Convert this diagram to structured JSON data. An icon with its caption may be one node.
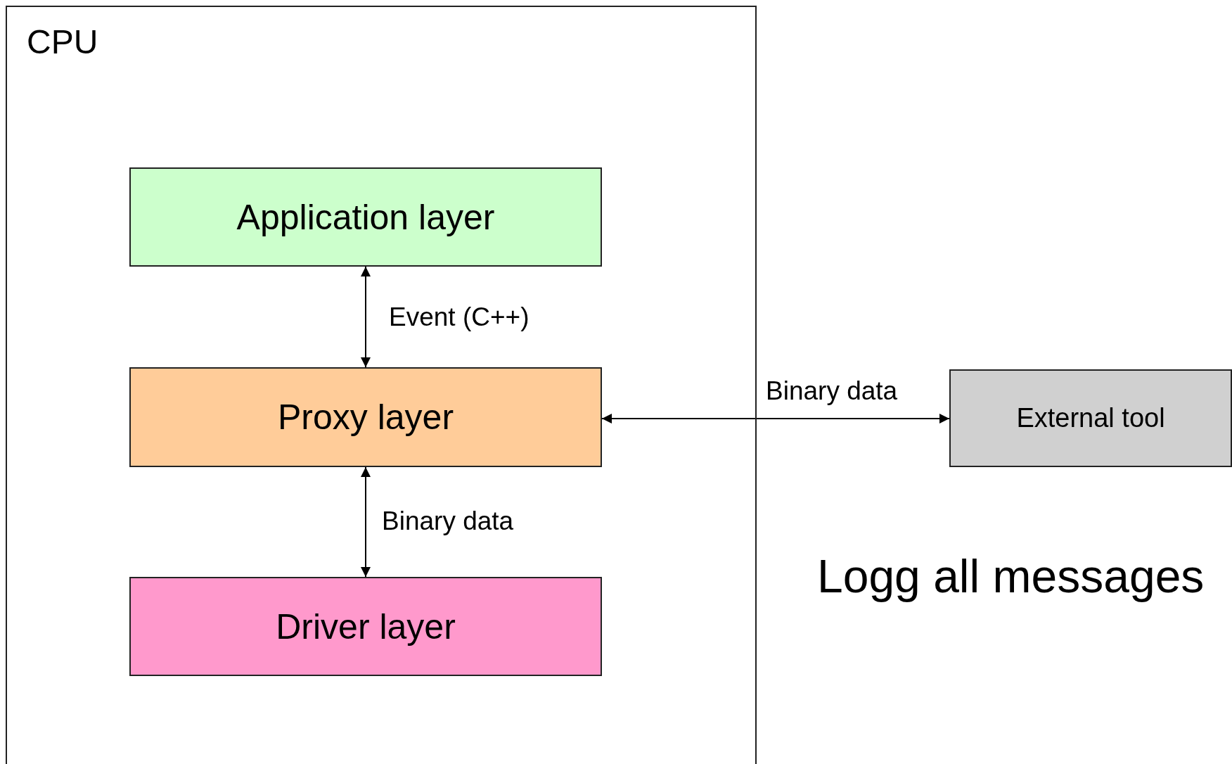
{
  "diagram": {
    "nodes": [
      {
        "text": [
          "CPU"
        ]
      },
      {
        "text": [
          "Application layer"
        ],
        "in": 0
      },
      {
        "text": [
          "Proxy layer"
        ],
        "in": 0
      },
      {
        "text": [
          "Driver layer"
        ],
        "in": 0
      },
      {
        "text": [
          "External tool"
        ]
      }
    ],
    "edges": [
      {
        "from": 1,
        "to": 2,
        "arrow": "both",
        "label": "Event (C++)"
      },
      {
        "from": 2,
        "to": 3,
        "arrow": "both",
        "label": "Binary data"
      },
      {
        "from": 2,
        "to": 4,
        "arrow": "both",
        "label": "Binary data"
      }
    ],
    "labels": [
      "Logg all messages"
    ]
  }
}
